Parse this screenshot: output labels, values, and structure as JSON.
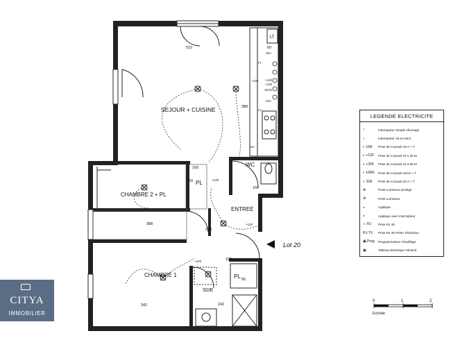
{
  "rooms": {
    "sejour": "SEJOUR + CUISINE",
    "chambre2": "CHAMBRE 2 + PL",
    "chambre1": "CHAMBRE 1",
    "entree": "ENTREE",
    "wc": "WC",
    "sde": "SDE",
    "pl_small": "PL",
    "pl_sde": "PL"
  },
  "dimensions": {
    "d515": "515",
    "d60": "60",
    "d165": "165",
    "d59": "59",
    "d166": "166",
    "d388": "388",
    "d388b": "388",
    "d278": "278",
    "d195": "195",
    "d342": "342",
    "d242": "242",
    "d95": "95"
  },
  "fixtures": {
    "lt": "LT",
    "p120a": "+120",
    "p120b": "+120",
    "p120c": "+120",
    "p120d": "+120",
    "p120e": "+120",
    "p16a": "16A",
    "p16a2": "16A",
    "p16as": "16AS",
    "p32a": "32A",
    "lv": "LV",
    "fr": "Fr",
    "p120s": "+120"
  },
  "lot": "Lot 20",
  "legend": {
    "title": "LEGENDE ELECTRICITE",
    "items": [
      {
        "sym": "○",
        "text": "Interrupteur Simple Allumage"
      },
      {
        "sym": "○",
        "text": "Interrupteur Va et Vient"
      },
      {
        "sym": "◐ 16A",
        "text": "Prise de Courant 16 A  + T"
      },
      {
        "sym": "◐ +120",
        "text": "Prise de Courant Ht 1.20 M"
      },
      {
        "sym": "◐ +205",
        "text": "Prise de Courant Ht 2.05 M"
      },
      {
        "sym": "◐ 16AS",
        "text": "Prise de Courant 16AS  + T"
      },
      {
        "sym": "◐ 32A",
        "text": "Prise de Courant 32 A  + T"
      },
      {
        "sym": "⊗",
        "text": "Point Lumineux protégé"
      },
      {
        "sym": "⊕",
        "text": "Point Lumineux"
      },
      {
        "sym": "◒",
        "text": "Applique"
      },
      {
        "sym": "◒",
        "text": "Applique avec interrupteur"
      },
      {
        "sym": "▭ RJ",
        "text": "Prise RJ 45"
      },
      {
        "sym": "RJ-TV",
        "text": "Prise RJ 45~Prise Télévision"
      },
      {
        "sym": "▣ Prog",
        "text": "Programmateur Chauffage"
      },
      {
        "sym": "▣",
        "text": "Tableau Electrique Général"
      }
    ]
  },
  "scale": {
    "ticks": [
      "0",
      "1",
      "2"
    ],
    "label": "Echelle"
  },
  "logo": {
    "brand": "CITYA",
    "sub": "IMMOBILIER"
  }
}
